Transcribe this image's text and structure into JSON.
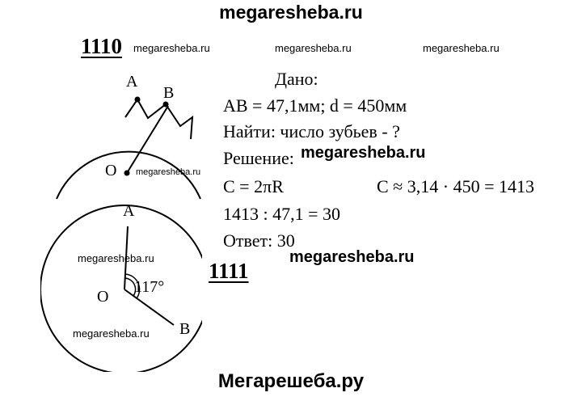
{
  "header": {
    "site": "megaresheba.ru"
  },
  "footer": {
    "site": "Мегарешеба.ру"
  },
  "watermarks": {
    "top_1": "megaresheba.ru",
    "top_2": "megaresheba.ru",
    "top_3": "megaresheba.ru",
    "fig1": "megaresheba.ru",
    "mid": "megaresheba.ru",
    "fig2_top": "megaresheba.ru",
    "fig2_bottom": "megaresheba.ru",
    "lower_mid": "megaresheba.ru"
  },
  "task_1110": {
    "number": "1110",
    "given_title": "Дано:",
    "given": "AB = 47,1мм;   d = 450мм",
    "find": "Найти: число зубьев - ?",
    "solution_title": "Решение:",
    "formula_left": "C = 2πR",
    "formula_right": "C ≈ 3,14 · 450 = 1413",
    "division": "1413 : 47,1 = 30",
    "answer": "Ответ: 30",
    "figure_labels": {
      "a": "A",
      "b": "B",
      "o": "O"
    }
  },
  "task_1111": {
    "number": "1111",
    "figure_labels": {
      "a": "A",
      "b": "B",
      "o": "O",
      "angle": "117°"
    }
  }
}
